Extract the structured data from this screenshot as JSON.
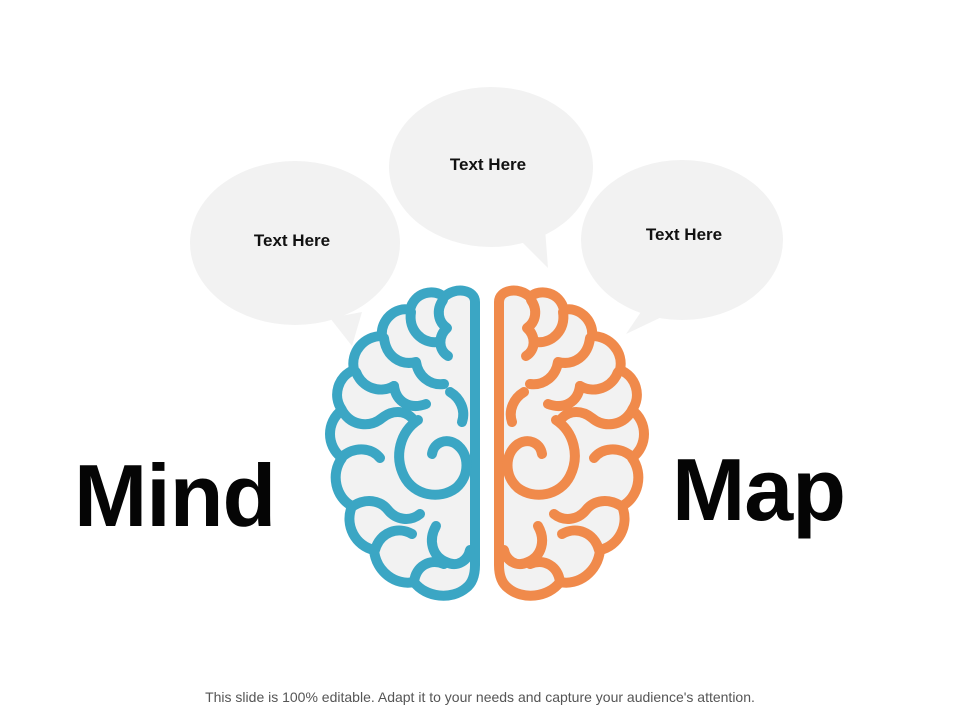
{
  "bubbles": [
    {
      "label": "Text Here"
    },
    {
      "label": "Text Here"
    },
    {
      "label": "Text Here"
    }
  ],
  "title": {
    "left_word": "Mind",
    "right_word": "Map"
  },
  "footer": {
    "note": "This slide is 100% editable. Adapt it to your needs and capture your audience's attention."
  },
  "colors": {
    "left_hemisphere": "#3BA6C4",
    "right_hemisphere": "#F08A4B",
    "bubble_fill": "#F2F2F2",
    "brain_fill": "#F2F2F2"
  },
  "icons": {
    "central_graphic": "brain-icon"
  }
}
